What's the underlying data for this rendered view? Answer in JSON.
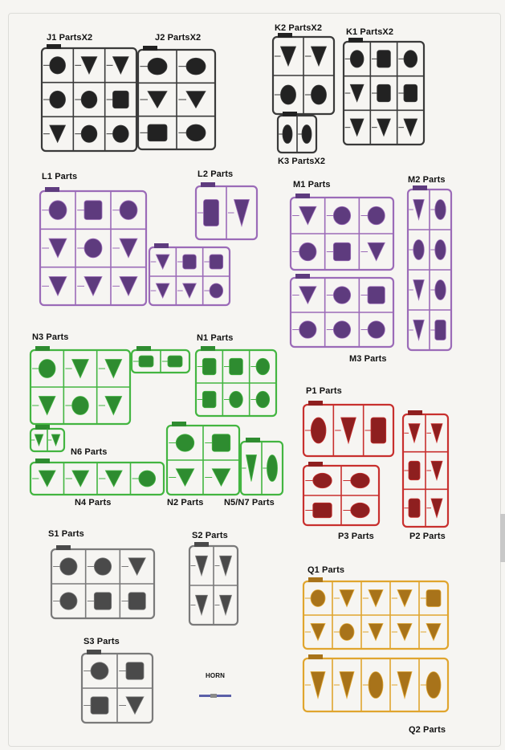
{
  "colors": {
    "black": "#3a3a3a",
    "purple": "#9b6bb8",
    "purpleDark": "#5e3b7e",
    "green": "#43b541",
    "greenDark": "#2e8c30",
    "red": "#c8302e",
    "redDark": "#8e1f1f",
    "gray": "#7a7a7a",
    "grayDark": "#4a4a4a",
    "gold": "#e0a52e",
    "goldDark": "#a8731a"
  },
  "labels": {
    "j1": "J1  PartsX2",
    "j2": "J2  PartsX2",
    "k2": "K2  PartsX2",
    "k1": "K1  PartsX2",
    "k3": "K3  PartsX2",
    "l1": "L1  Parts",
    "l2": "L2  Parts",
    "m1": "M1  Parts",
    "m2": "M2  Parts",
    "m3": "M3  Parts",
    "n3": "N3  Parts",
    "n1": "N1  Parts",
    "n6": "N6  Parts",
    "n4": "N4  Parts",
    "n2": "N2  Parts",
    "n57": "N5/N7  Parts",
    "p1": "P1  Parts",
    "p3": "P3  Parts",
    "p2": "P2  Parts",
    "s1": "S1  Parts",
    "s2": "S2  Parts",
    "s3": "S3  Parts",
    "horn": "HORN",
    "q1": "Q1  Parts",
    "q2": "Q2  Parts"
  }
}
